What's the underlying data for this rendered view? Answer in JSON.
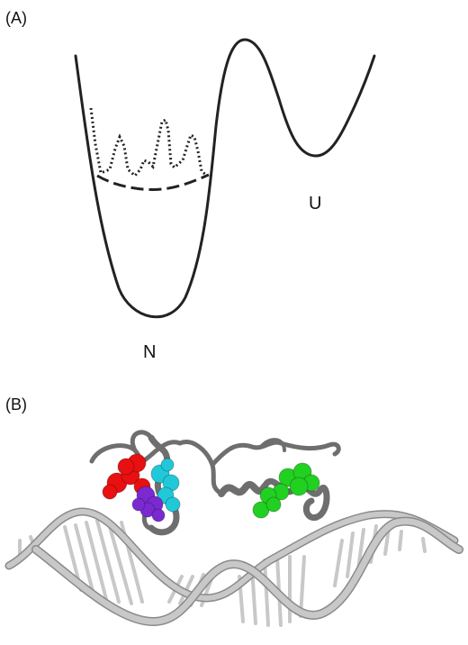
{
  "panel_a": {
    "label": "(A)",
    "well_native": "N",
    "well_unfolded": "U"
  },
  "panel_b": {
    "label": "(B)"
  },
  "colors": {
    "curve": "#222222",
    "protein_ribbon": "#6e6e6e",
    "dna": "#c8c8c8",
    "dna_shadow": "#8a8a8a",
    "residue_red": "#e81010",
    "residue_cyan": "#20c8d8",
    "residue_purple": "#7a2ad0",
    "residue_green": "#22d022"
  }
}
